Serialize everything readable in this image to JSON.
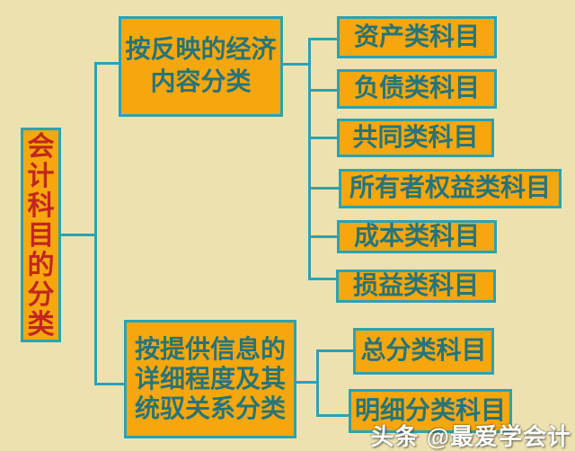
{
  "colors": {
    "background": "#EDE2AF",
    "box_fill": "#F5A70D",
    "box_border": "#2BA2B4",
    "connector_line": "#2BA2B4",
    "box_text": "#27747A",
    "root_text": "#C1271D",
    "watermark_text": "#FFFFFF"
  },
  "root": {
    "label": "会计科目的分类"
  },
  "branch1": {
    "line1": "按反映的经济",
    "line2": "内容分类",
    "children": [
      "资产类科目",
      "负债类科目",
      "共同类科目",
      "所有者权益类科目",
      "成本类科目",
      "损益类科目"
    ]
  },
  "branch2": {
    "line1": "按提供信息的",
    "line2": "详细程度及其",
    "line3": "统驭关系分类",
    "children": [
      "总分类科目",
      "明细分类科目"
    ]
  },
  "watermark": "头条 @最爱学会计"
}
